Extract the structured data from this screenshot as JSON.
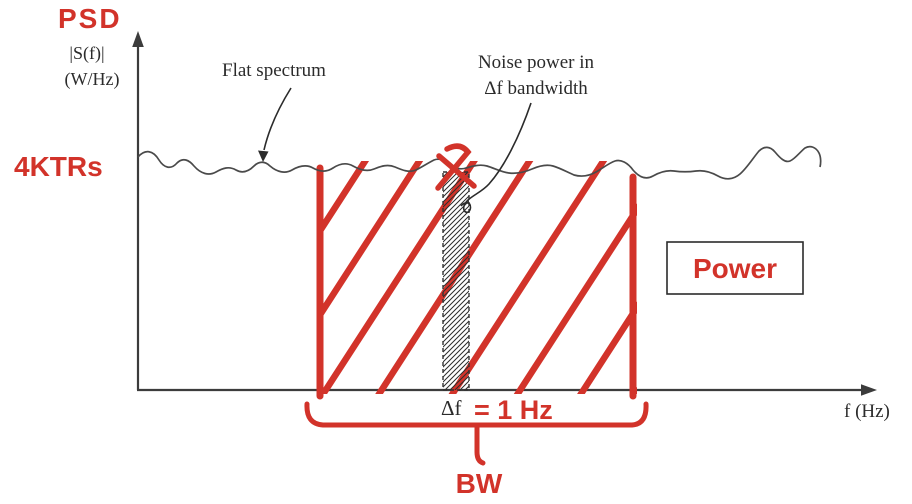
{
  "colors": {
    "annotation_red": "#d2332a",
    "figure_ink": "#2b2b2b",
    "axis_gray": "#3c3c3c"
  },
  "red_annotations": {
    "psd": "PSD",
    "noise_level": "4KTRs",
    "power": "Power",
    "delta_f_value": "= 1 Hz",
    "bandwidth": "BW"
  },
  "figure_labels": {
    "y_axis_line1": "|S(f)|",
    "y_axis_line2": "(W/Hz)",
    "flat_spectrum": "Flat spectrum",
    "noise_power_line1": "Noise power in",
    "noise_power_line2": "Δf bandwidth",
    "delta_f": "Δf",
    "x_axis": "f (Hz)"
  }
}
